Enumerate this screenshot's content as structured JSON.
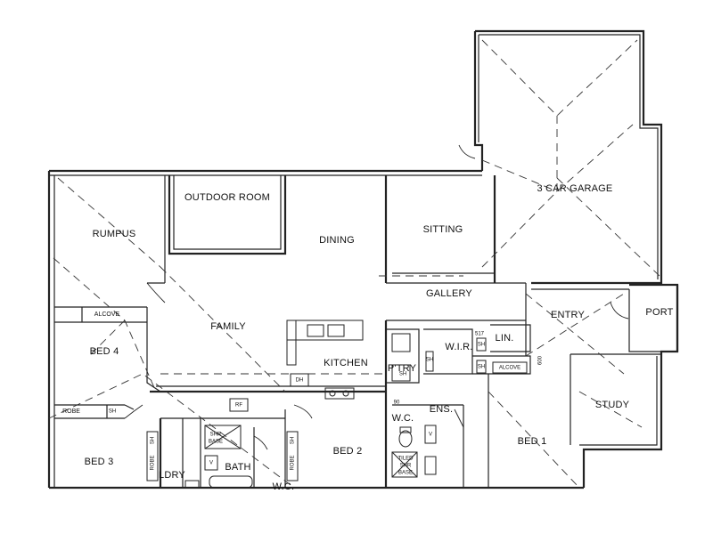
{
  "rooms": {
    "garage": "3 CAR GARAGE",
    "outdoor_room": "OUTDOOR ROOM",
    "rumpus": "RUMPUS",
    "dining": "DINING",
    "sitting": "SITTING",
    "gallery": "GALLERY",
    "family": "FAMILY",
    "kitchen": "KITCHEN",
    "entry": "ENTRY",
    "port": "PORT",
    "wir": "W.I.R.",
    "lin": "LIN.",
    "pantry": "P'TRY",
    "bed4": "BED 4",
    "study": "STUDY",
    "wc_ens": "W.C.",
    "ens": "ENS.",
    "bed1": "BED 1",
    "bed2": "BED 2",
    "bed3": "BED 3",
    "bath": "BATH",
    "ldry": "LDRY",
    "wc": "W.C."
  },
  "fixtures": {
    "alcove_main": "ALCOVE",
    "alcove_wir": "ALCOVE",
    "robe_bed4": "ROBE",
    "sh_bed4": "SH",
    "robe_bed3": "ROBE",
    "sh_bed3": "SH",
    "robe_bed2": "ROBE",
    "sh_bed2": "SH",
    "rf": "RF",
    "dh": "DH",
    "shr_base": "SHR\nBASE",
    "shr_line1": "SHR",
    "shr_line2": "BASE",
    "v_bath": "V",
    "v_ens": "V",
    "tiled": "TILED",
    "tiled_shr": "SHR",
    "tiled_base": "BASE",
    "sh_wir1": "SH",
    "sh_wir2": "SH",
    "sh_wir3": "SH",
    "sh_pantry": "SH",
    "dim_517": "517",
    "dim_90": "90",
    "dim_600": "600"
  }
}
